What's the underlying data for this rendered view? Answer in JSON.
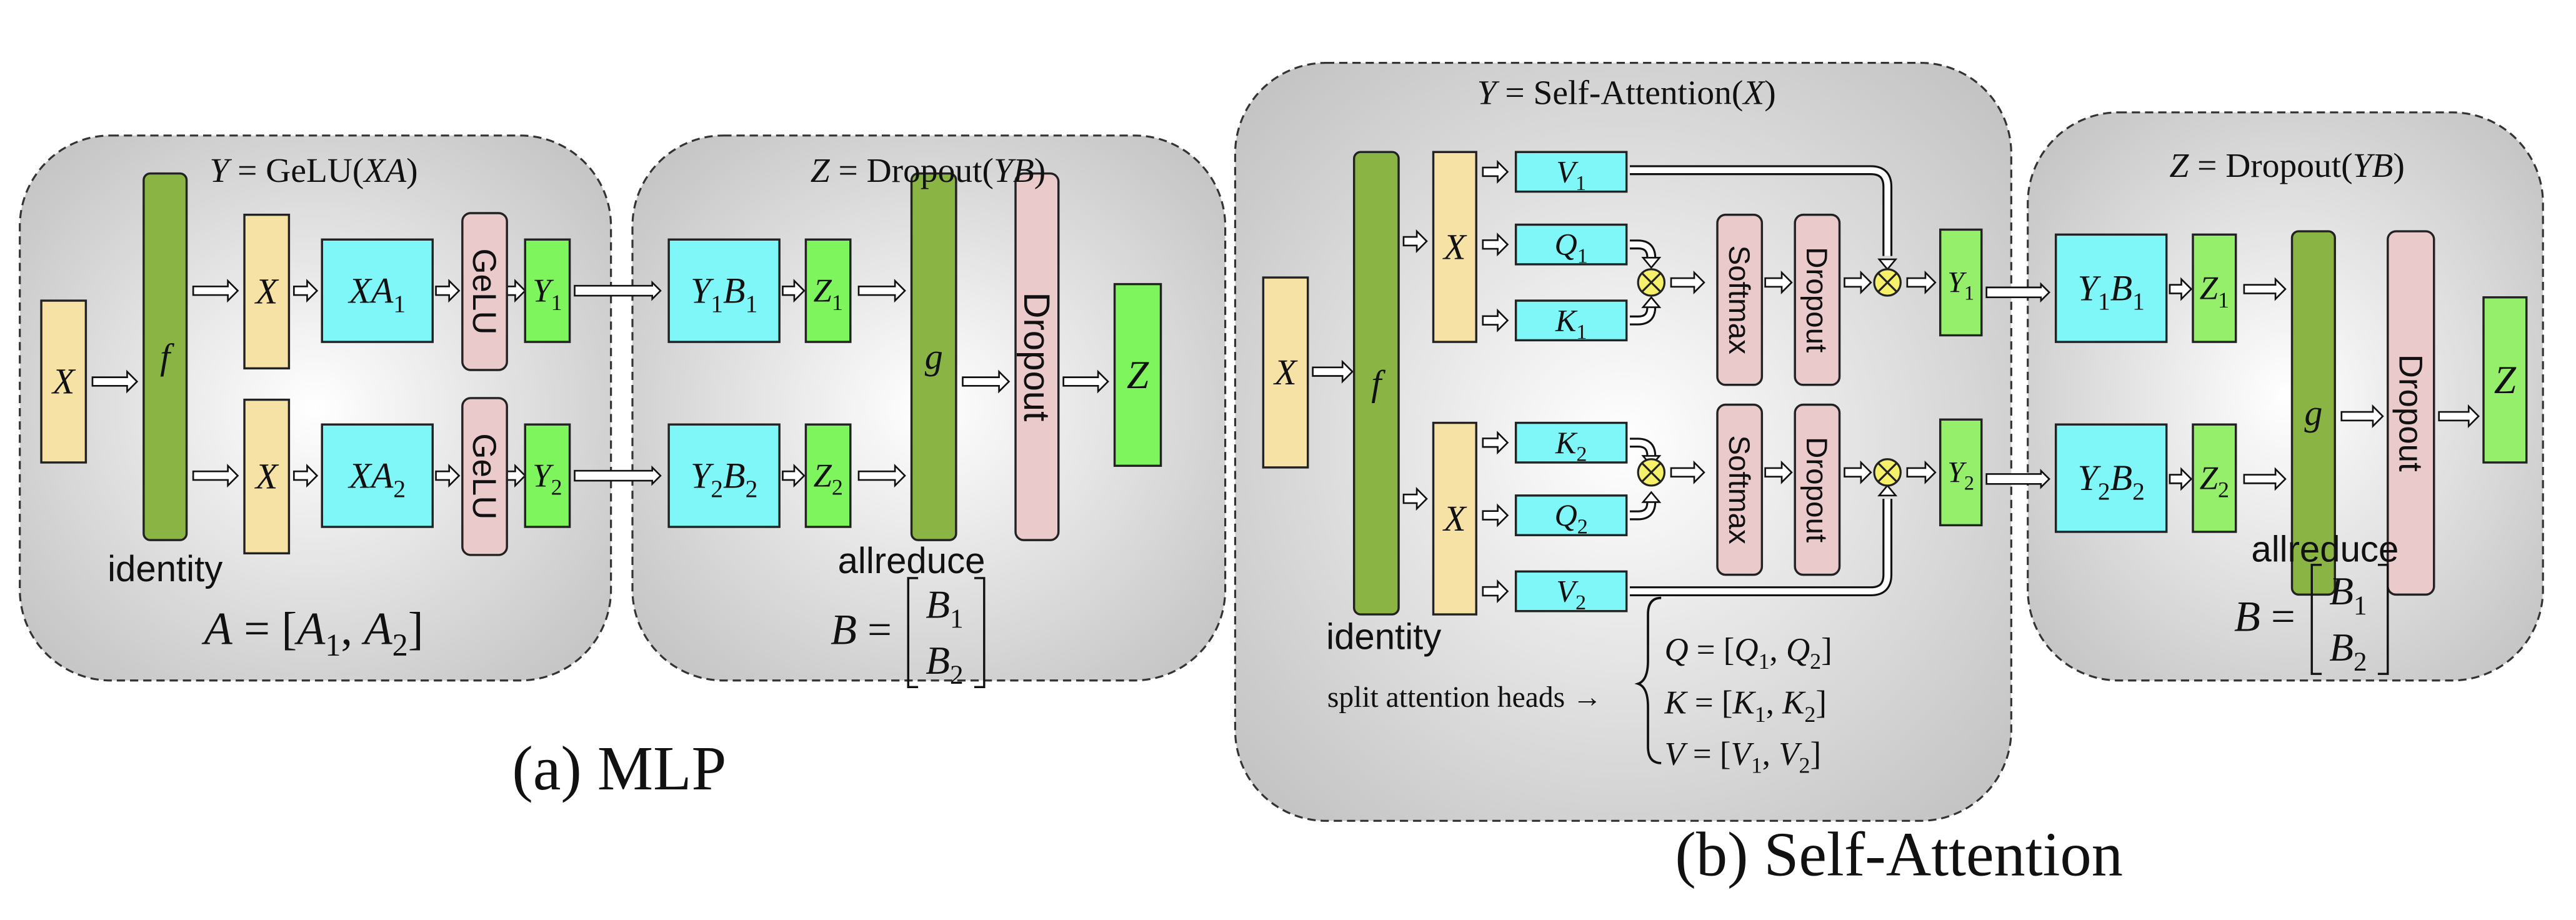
{
  "colors": {
    "input_yellow": "#f7e2a6",
    "comm_green": "#8ab443",
    "matmul_cyan": "#7ff6f8",
    "output_green": "#7ef55c",
    "output_green_b": "#95ef6b",
    "op_pink": "#eacaca",
    "note_red": "#e8402a",
    "multiply_yellow": "#f6f06a"
  },
  "mlp": {
    "caption": "(a) MLP",
    "title_left": [
      {
        "t": "Y",
        "i": true
      },
      {
        "t": " = GeLU("
      },
      {
        "t": "XA",
        "i": true
      },
      {
        "t": ")"
      }
    ],
    "title_right": [
      {
        "t": "Z",
        "i": true
      },
      {
        "t": " = Dropout("
      },
      {
        "t": "YB",
        "i": true
      },
      {
        "t": ")"
      }
    ],
    "input": [
      {
        "t": "X",
        "i": true
      }
    ],
    "f": [
      {
        "t": "f",
        "i": true
      }
    ],
    "x_top": [
      {
        "t": "X",
        "i": true
      }
    ],
    "x_bottom": [
      {
        "t": "X",
        "i": true
      }
    ],
    "xa1": [
      {
        "t": "XA",
        "i": true
      },
      {
        "t": "1",
        "s": true
      }
    ],
    "xa2": [
      {
        "t": "XA",
        "i": true
      },
      {
        "t": "2",
        "s": true
      }
    ],
    "gelu": "GeLU",
    "y1": [
      {
        "t": "Y",
        "i": true
      },
      {
        "t": "1",
        "s": true
      }
    ],
    "y2": [
      {
        "t": "Y",
        "i": true
      },
      {
        "t": "2",
        "s": true
      }
    ],
    "y1b1": [
      {
        "t": "Y",
        "i": true
      },
      {
        "t": "1",
        "s": true
      },
      {
        "t": "B",
        "i": true
      },
      {
        "t": "1",
        "s": true
      }
    ],
    "y2b2": [
      {
        "t": "Y",
        "i": true
      },
      {
        "t": "2",
        "s": true
      },
      {
        "t": "B",
        "i": true
      },
      {
        "t": "2",
        "s": true
      }
    ],
    "z1": [
      {
        "t": "Z",
        "i": true
      },
      {
        "t": "1",
        "s": true
      }
    ],
    "z2": [
      {
        "t": "Z",
        "i": true
      },
      {
        "t": "2",
        "s": true
      }
    ],
    "g": [
      {
        "t": "g",
        "i": true
      }
    ],
    "dropout": "Dropout",
    "z": [
      {
        "t": "Z",
        "i": true
      }
    ],
    "identity_label": "identity",
    "allreduce_label": "allreduce",
    "a_equation": [
      {
        "t": "A",
        "i": true
      },
      {
        "t": " = ["
      },
      {
        "t": "A",
        "i": true
      },
      {
        "t": "1",
        "s": true
      },
      {
        "t": ", "
      },
      {
        "t": "A",
        "i": true
      },
      {
        "t": "2",
        "s": true
      },
      {
        "t": "]"
      }
    ],
    "b_equation_lhs": [
      {
        "t": "B",
        "i": true
      },
      {
        "t": " ="
      }
    ],
    "b_equation_row1": [
      {
        "t": "B",
        "i": true
      },
      {
        "t": "1",
        "s": true
      }
    ],
    "b_equation_row2": [
      {
        "t": "B",
        "i": true
      },
      {
        "t": "2",
        "s": true
      }
    ]
  },
  "attention": {
    "caption": "(b) Self-Attention",
    "title_left": [
      {
        "t": "Y",
        "i": true
      },
      {
        "t": " = Self-Attention("
      },
      {
        "t": "X",
        "i": true
      },
      {
        "t": ")"
      }
    ],
    "title_right": [
      {
        "t": "Z",
        "i": true
      },
      {
        "t": " = Dropout("
      },
      {
        "t": "YB",
        "i": true
      },
      {
        "t": ")"
      }
    ],
    "input": [
      {
        "t": "X",
        "i": true
      }
    ],
    "f": [
      {
        "t": "f",
        "i": true
      }
    ],
    "x_top": [
      {
        "t": "X",
        "i": true
      }
    ],
    "x_bottom": [
      {
        "t": "X",
        "i": true
      }
    ],
    "v1": [
      {
        "t": "V",
        "i": true
      },
      {
        "t": "1",
        "s": true
      }
    ],
    "q1": [
      {
        "t": "Q",
        "i": true
      },
      {
        "t": "1",
        "s": true
      }
    ],
    "k1": [
      {
        "t": "K",
        "i": true
      },
      {
        "t": "1",
        "s": true
      }
    ],
    "k2": [
      {
        "t": "K",
        "i": true
      },
      {
        "t": "2",
        "s": true
      }
    ],
    "q2": [
      {
        "t": "Q",
        "i": true
      },
      {
        "t": "2",
        "s": true
      }
    ],
    "v2": [
      {
        "t": "V",
        "i": true
      },
      {
        "t": "2",
        "s": true
      }
    ],
    "softmax": "Softmax",
    "dropout": "Dropout",
    "y1": [
      {
        "t": "Y",
        "i": true
      },
      {
        "t": "1",
        "s": true
      }
    ],
    "y2": [
      {
        "t": "Y",
        "i": true
      },
      {
        "t": "2",
        "s": true
      }
    ],
    "y1b1": [
      {
        "t": "Y",
        "i": true
      },
      {
        "t": "1",
        "s": true
      },
      {
        "t": "B",
        "i": true
      },
      {
        "t": "1",
        "s": true
      }
    ],
    "y2b2": [
      {
        "t": "Y",
        "i": true
      },
      {
        "t": "2",
        "s": true
      },
      {
        "t": "B",
        "i": true
      },
      {
        "t": "2",
        "s": true
      }
    ],
    "z1": [
      {
        "t": "Z",
        "i": true
      },
      {
        "t": "1",
        "s": true
      }
    ],
    "z2": [
      {
        "t": "Z",
        "i": true
      },
      {
        "t": "2",
        "s": true
      }
    ],
    "g": [
      {
        "t": "g",
        "i": true
      }
    ],
    "z": [
      {
        "t": "Z",
        "i": true
      }
    ],
    "identity_label": "identity",
    "allreduce_label": "allreduce",
    "split_label": "split attention heads →",
    "q_equation": [
      {
        "t": "Q",
        "i": true
      },
      {
        "t": " = ["
      },
      {
        "t": "Q",
        "i": true
      },
      {
        "t": "1",
        "s": true
      },
      {
        "t": ", "
      },
      {
        "t": "Q",
        "i": true
      },
      {
        "t": "2",
        "s": true
      },
      {
        "t": "]"
      }
    ],
    "k_equation": [
      {
        "t": "K",
        "i": true
      },
      {
        "t": " = ["
      },
      {
        "t": "K",
        "i": true
      },
      {
        "t": "1",
        "s": true
      },
      {
        "t": ", "
      },
      {
        "t": "K",
        "i": true
      },
      {
        "t": "2",
        "s": true
      },
      {
        "t": "]"
      }
    ],
    "v_equation": [
      {
        "t": "V",
        "i": true
      },
      {
        "t": " = ["
      },
      {
        "t": "V",
        "i": true
      },
      {
        "t": "1",
        "s": true
      },
      {
        "t": ", "
      },
      {
        "t": "V",
        "i": true
      },
      {
        "t": "2",
        "s": true
      },
      {
        "t": "]"
      }
    ],
    "b_equation_lhs": [
      {
        "t": "B",
        "i": true
      },
      {
        "t": " ="
      }
    ],
    "b_equation_row1": [
      {
        "t": "B",
        "i": true
      },
      {
        "t": "1",
        "s": true
      }
    ],
    "b_equation_row2": [
      {
        "t": "B",
        "i": true
      },
      {
        "t": "2",
        "s": true
      }
    ]
  }
}
